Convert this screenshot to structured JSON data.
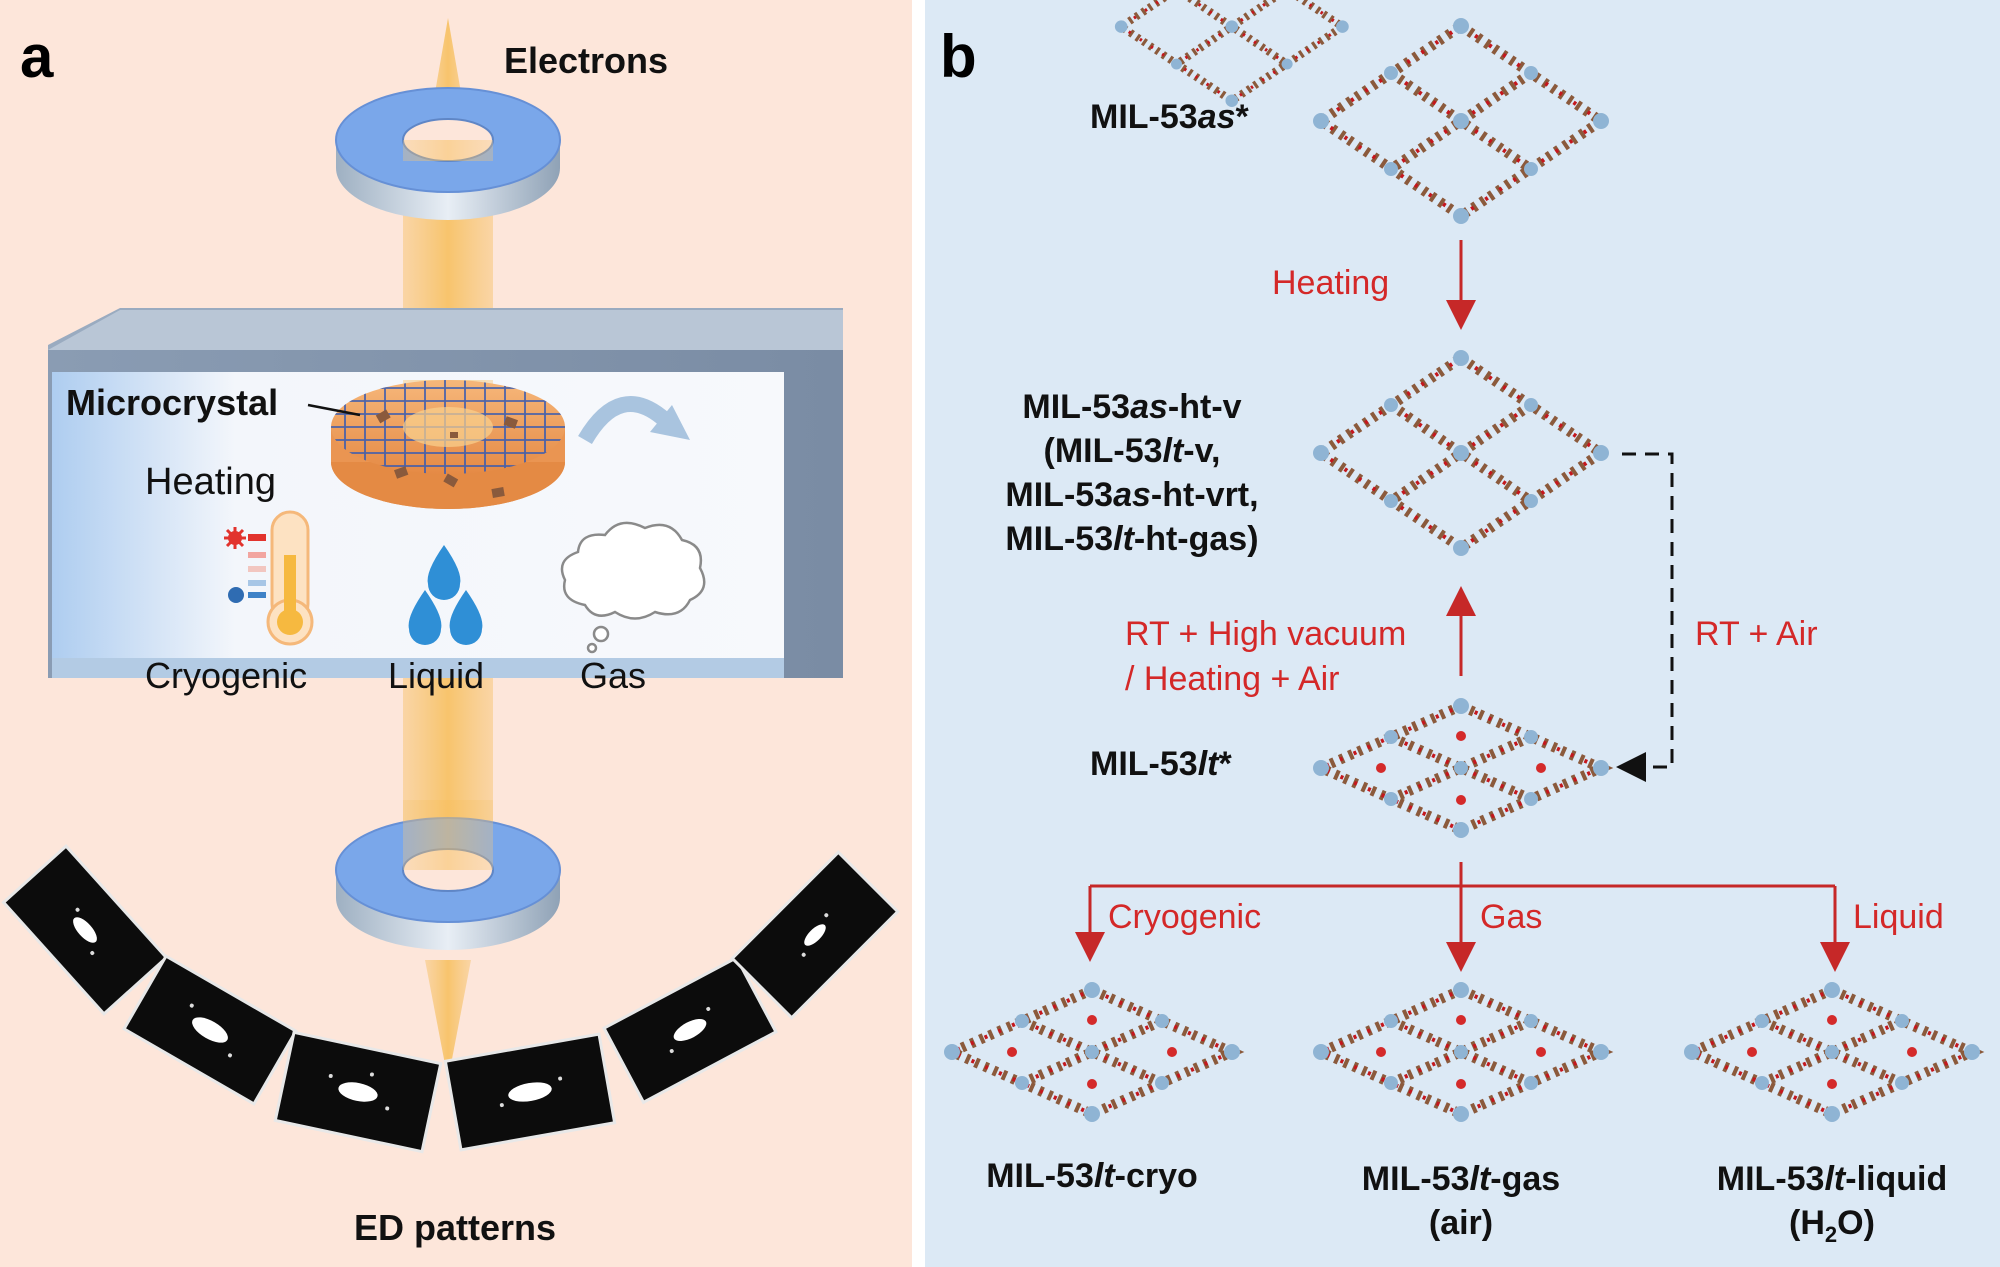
{
  "panel_a": {
    "letter": "a",
    "electrons": "Electrons",
    "microcrystal": "Microcrystal",
    "heating": "Heating",
    "cryogenic": "Cryogenic",
    "liquid": "Liquid",
    "gas": "Gas",
    "ed_patterns": "ED patterns"
  },
  "panel_b": {
    "letter": "b",
    "as_star_a": "MIL-53",
    "as_star_b": "as",
    "as_star_c": "*",
    "heating": "Heating",
    "v1_a": "MIL-53",
    "v1_b": "as",
    "v1_c": "-ht-v",
    "v2_a": "(MIL-53",
    "v2_b": "lt",
    "v2_c": "-v,",
    "v3_a": "MIL-53",
    "v3_b": "as",
    "v3_c": "-ht-vrt,",
    "v4_a": "MIL-53",
    "v4_b": "lt",
    "v4_c": "-ht-gas)",
    "rt_vac_1": "RT + High vacuum",
    "rt_vac_2": "/ Heating + Air",
    "rt_air": "RT + Air",
    "lt_star_a": "MIL-53",
    "lt_star_b": "lt",
    "lt_star_c": "*",
    "cryogenic": "Cryogenic",
    "gas": "Gas",
    "liquid": "Liquid",
    "cryo_a": "MIL-53",
    "cryo_b": "lt",
    "cryo_c": "-cryo",
    "gasf_a": "MIL-53",
    "gasf_b": "lt",
    "gasf_c": "-gas",
    "gasf_2": "(air)",
    "liq_a": "MIL-53",
    "liq_b": "lt",
    "liq_c": "-liquid",
    "liq_2a": "(H",
    "liq_2b": "2",
    "liq_2c": "O)"
  }
}
